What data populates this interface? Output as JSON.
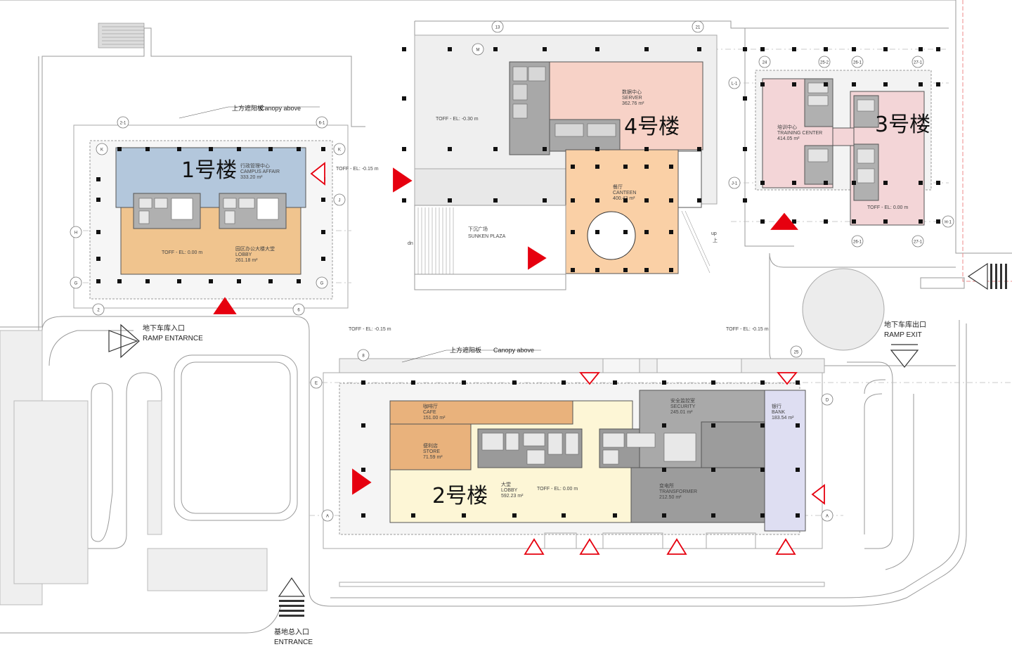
{
  "buildings": {
    "b1": {
      "name": "1号楼",
      "top_cn": "行政管理中心",
      "top_en": "CAMPUS AFFAIR",
      "top_area": "333.20 m²",
      "bottom_cn": "园区办公大楼大堂",
      "bottom_en": "LOBBY",
      "bottom_area": "261.18 m²",
      "toff": "TOFF - EL: 0.00 m",
      "toff_side": "TOFF - EL: -0.15 m",
      "grid": [
        "2-1",
        "6-1",
        "K",
        "J",
        "H",
        "G",
        "2",
        "6"
      ]
    },
    "b2": {
      "name": "2号楼",
      "cafe_cn": "咖啡厅",
      "cafe_en": "CAFE",
      "cafe_area": "151.00 m²",
      "store_cn": "便利店",
      "store_en": "STORE",
      "store_area": "71.59 m²",
      "lobby_cn": "大堂",
      "lobby_en": "LOBBY",
      "lobby_area": "592.23 m²",
      "security_cn": "安全监控室",
      "security_en": "SECURITY",
      "security_area": "245.01 m²",
      "transformer_cn": "变电所",
      "transformer_en": "TRANSFORMER",
      "transformer_area": "212.50 m²",
      "bank_cn": "银行",
      "bank_en": "BANK",
      "bank_area": "183.54 m²",
      "toff": "TOFF - EL: 0.00 m",
      "toff_left": "TOFF - EL: -0.15 m",
      "toff_right": "TOFF - EL: -0.15 m",
      "grid": [
        "8",
        "25",
        "E",
        "D",
        "A",
        "A"
      ]
    },
    "b3": {
      "name": "3号楼",
      "room_cn": "培训中心",
      "room_en": "TRAINING CENTER",
      "room_area": "414.05 m²",
      "toff": "TOFF - EL: 0.00 m",
      "grid": [
        "24",
        "25-2",
        "26-1",
        "27-1",
        "L-1",
        "J-1",
        "H-1",
        "26-1",
        "27-1"
      ]
    },
    "b4": {
      "name": "4号楼",
      "server_cn": "数据中心",
      "server_en": "SERVER",
      "server_area": "362.76 m²",
      "canteen_cn": "餐厅",
      "canteen_en": "CANTEEN",
      "canteen_area": "400.43 m²",
      "toff": "TOFF - EL: -0.30 m",
      "up": "up",
      "up_cn": "上",
      "dn": "dn",
      "grid": [
        "13",
        "21",
        "M"
      ]
    }
  },
  "plaza": {
    "cn": "下沉广场",
    "en": "SUNKEN PLAZA"
  },
  "canopy_top": {
    "cn": "上方遮阳板",
    "en": "Canopy above"
  },
  "canopy_bottom": {
    "cn": "上方遮阳板",
    "en": "Canopy above"
  },
  "ramp_entrance": {
    "cn": "地下车库入口",
    "en": "RAMP ENTARNCE"
  },
  "ramp_exit": {
    "cn": "地下车库出口",
    "en": "RAMP EXIT"
  },
  "entrance": {
    "cn": "基地总入口",
    "en": "ENTRANCE"
  },
  "colors": {
    "affair": "#b3c7dc",
    "lobby1": "#f0c48e",
    "server": "#f7d2c7",
    "canteen": "#fad0a6",
    "training": "#f3d5d7",
    "cafe": "#e9b27c",
    "lobby2": "#fdf6d6",
    "security": "#a9a9a9",
    "bank": "#dedef2",
    "core": "#9a9a9a",
    "marker": "#e6000f"
  }
}
